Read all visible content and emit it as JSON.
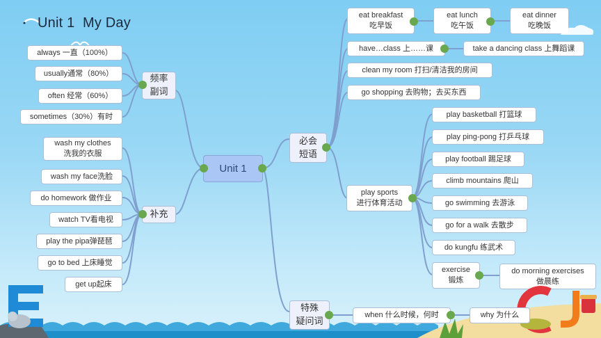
{
  "title": "Unit 1  My Day",
  "root": {
    "label": "Unit 1"
  },
  "left_branches": {
    "frequency": {
      "hub": [
        "频率",
        "副词"
      ],
      "items": [
        "always  一直（100%）",
        "usually通常（80%）",
        "often 经常（60%）",
        "sometimes（30%）有时"
      ]
    },
    "supplement": {
      "hub": [
        "补充"
      ],
      "items": [
        [
          "wash my clothes",
          "洗我的衣服"
        ],
        [
          "wash my face洗脸"
        ],
        [
          "do homework 做作业"
        ],
        [
          "watch TV看电视"
        ],
        [
          "play the pipa弹琵琶"
        ],
        [
          "go to bed 上床睡觉"
        ],
        [
          "get  up起床"
        ]
      ]
    }
  },
  "right_branches": {
    "phrases": {
      "hub": [
        "必会",
        "短语"
      ],
      "meals": [
        [
          "eat breakfast",
          "吃早饭"
        ],
        [
          "eat  lunch",
          "吃午饭"
        ],
        [
          "eat dinner",
          "吃晚饭"
        ]
      ],
      "class": {
        "label": "have…class 上……课",
        "child": "take a dancing class 上舞蹈课"
      },
      "clean": "clean my room 打扫/清洁我的房间",
      "shopping": "go shopping 去购物；去买东西",
      "sports": {
        "label": [
          "play sports",
          "进行体育活动"
        ],
        "items": [
          "play  basketball 打篮球",
          "play ping-pong 打乒乓球",
          "play football 踢足球",
          "climb mountains 爬山",
          "go swimming 去游泳",
          "go for a walk 去散步",
          "do kungfu 练武术"
        ],
        "exercise": {
          "label": [
            "exercise",
            "锻炼"
          ],
          "child": [
            "do morning exercises",
            "做晨练"
          ]
        }
      }
    },
    "questions": {
      "hub": [
        "特殊",
        "疑问词"
      ],
      "items": [
        "when 什么时候，何时",
        "why 为什么"
      ]
    }
  },
  "colors": {
    "connector": "#7f9fcf",
    "dot": "#6aa84f",
    "root_fill": "#a9c6f4",
    "hub_fill": "#eef1fb"
  }
}
